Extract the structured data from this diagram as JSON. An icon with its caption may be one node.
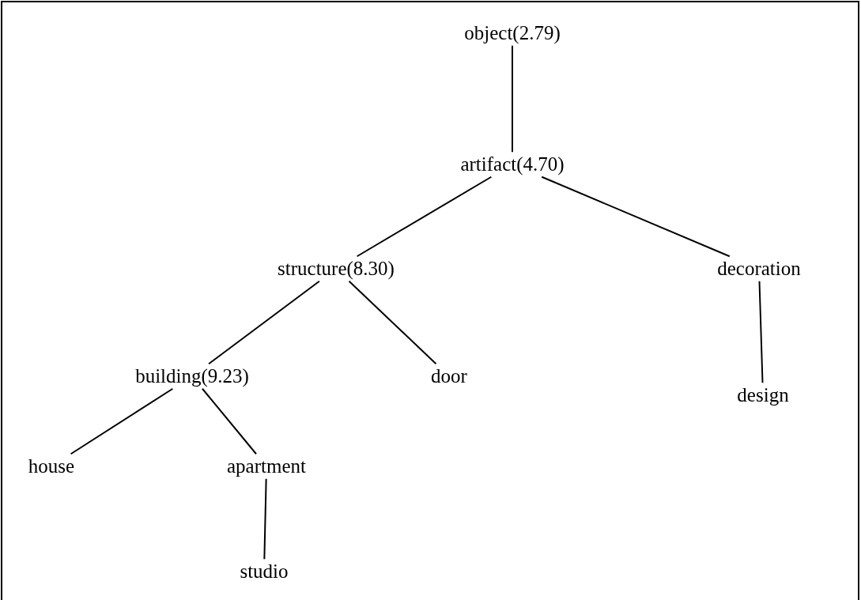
{
  "diagram": {
    "nodes": [
      {
        "text": [
          "object(2.79)"
        ]
      },
      {
        "text": [
          "artifact(4.70)"
        ]
      },
      {
        "text": [
          "structure(8.30)"
        ]
      },
      {
        "text": [
          "decoration"
        ]
      },
      {
        "text": [
          "building(9.23)"
        ]
      },
      {
        "text": [
          "door"
        ]
      },
      {
        "text": [
          "design"
        ]
      },
      {
        "text": [
          "house"
        ]
      },
      {
        "text": [
          "apartment"
        ]
      },
      {
        "text": [
          "studio"
        ]
      }
    ],
    "edges": [
      {
        "from": 0,
        "to": 1,
        "arrow": "none"
      },
      {
        "from": 1,
        "to": 2,
        "arrow": "none"
      },
      {
        "from": 1,
        "to": 3,
        "arrow": "none"
      },
      {
        "from": 2,
        "to": 4,
        "arrow": "none"
      },
      {
        "from": 2,
        "to": 5,
        "arrow": "none"
      },
      {
        "from": 3,
        "to": 6,
        "arrow": "none"
      },
      {
        "from": 4,
        "to": 7,
        "arrow": "none"
      },
      {
        "from": 4,
        "to": 8,
        "arrow": "none"
      },
      {
        "from": 8,
        "to": 9,
        "arrow": "none"
      }
    ]
  }
}
